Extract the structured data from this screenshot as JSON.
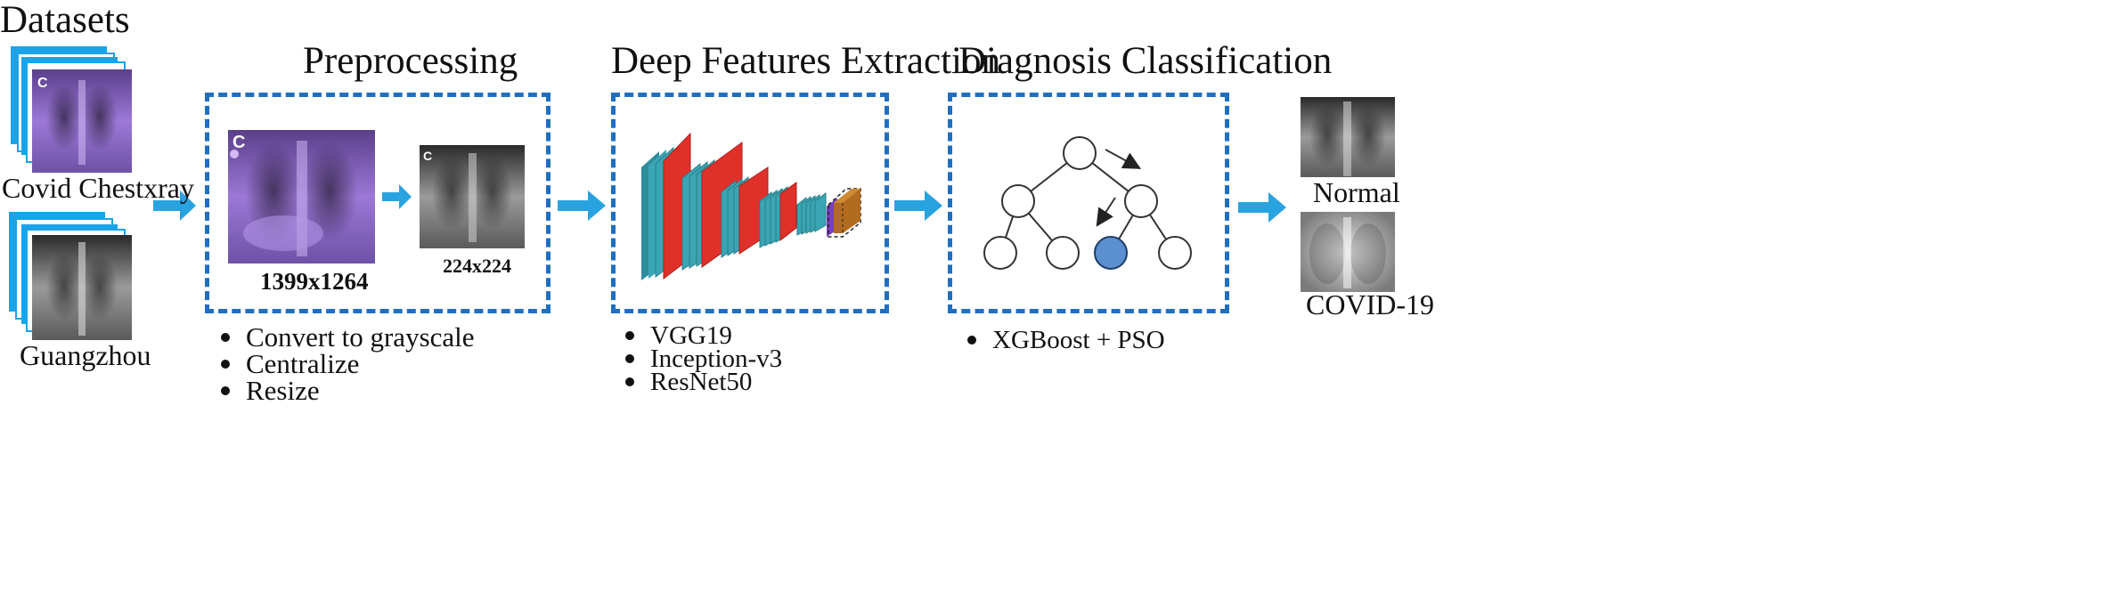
{
  "titles": {
    "datasets": "Datasets",
    "preprocessing": "Preprocessing",
    "extraction": "Deep Features Extraction",
    "classification": "Diagnosis Classification"
  },
  "datasets": {
    "covid_label": "Covid Chestxray",
    "guangzhou_label": "Guangzhou"
  },
  "preprocessing": {
    "original_size": "1399x1264",
    "resized_size": "224x224",
    "steps": [
      "Convert to grayscale",
      "Centralize",
      "Resize"
    ]
  },
  "extraction": {
    "models": [
      "VGG19",
      "Inception-v3",
      "ResNet50"
    ]
  },
  "classification": {
    "methods": [
      "XGBoost + PSO"
    ]
  },
  "outputs": {
    "normal": "Normal",
    "covid": "COVID-19"
  },
  "colors": {
    "arrow": "#29a3e0",
    "dash": "#1f6fc0",
    "stack_blue": "#1aa3e8",
    "cnn_teal": "#3aa5b4",
    "cnn_red": "#e0302a",
    "node_fill": "#5b8fd0",
    "xray_purple": "#a77de6"
  }
}
